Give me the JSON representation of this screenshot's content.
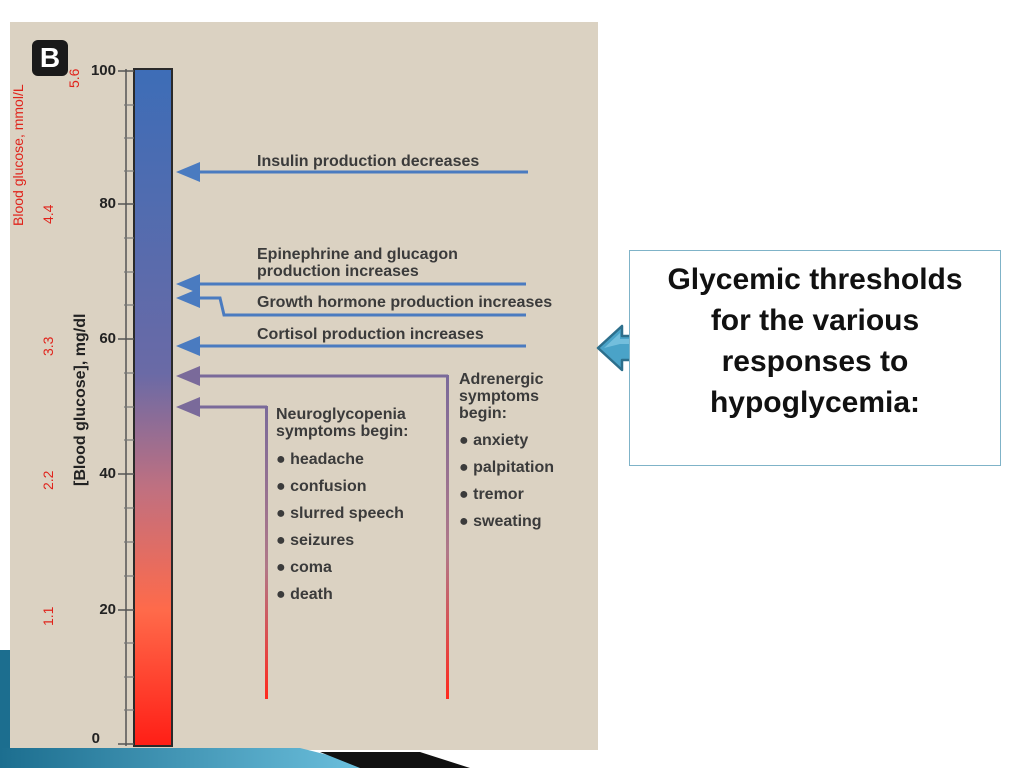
{
  "panel": {
    "badge": "B"
  },
  "axes": {
    "mgdl_label": "[Blood glucose], mg/dl",
    "mmol_label": "Blood  glucose, mmol/L",
    "mgdl_ticks": [
      "100",
      "80",
      "60",
      "40",
      "20",
      "0"
    ],
    "mmol_ticks": [
      "5.6",
      "4.4",
      "3.3",
      "2.2",
      "1.1"
    ]
  },
  "responses": {
    "insulin": "Insulin production decreases",
    "epinephrine": [
      "Epinephrine and glucagon",
      "production increases"
    ],
    "growth_hormone": "Growth hormone production increases",
    "cortisol": "Cortisol production increases"
  },
  "adrenergic": {
    "heading": [
      "Adrenergic",
      "symptoms",
      "begin:"
    ],
    "items": [
      "anxiety",
      "palpitation",
      "tremor",
      "sweating"
    ]
  },
  "neuroglycopenia": {
    "heading": [
      "Neuroglycopenia",
      "symptoms begin:"
    ],
    "items": [
      "headache",
      "confusion",
      "slurred speech",
      "seizures",
      "coma",
      "death"
    ]
  },
  "callout": {
    "lines": [
      "Glycemic thresholds",
      "for the various",
      "responses to",
      "hypoglycemia:"
    ]
  },
  "colors": {
    "bar_top": "#3f6fb8",
    "bar_bottom": "#ff2a1e",
    "mmol_red": "#e0231b",
    "arrow_blue": "#4a7bc0",
    "arrow_purple": "#7a6a9a",
    "pointer_teal": "#4aa3c8"
  }
}
